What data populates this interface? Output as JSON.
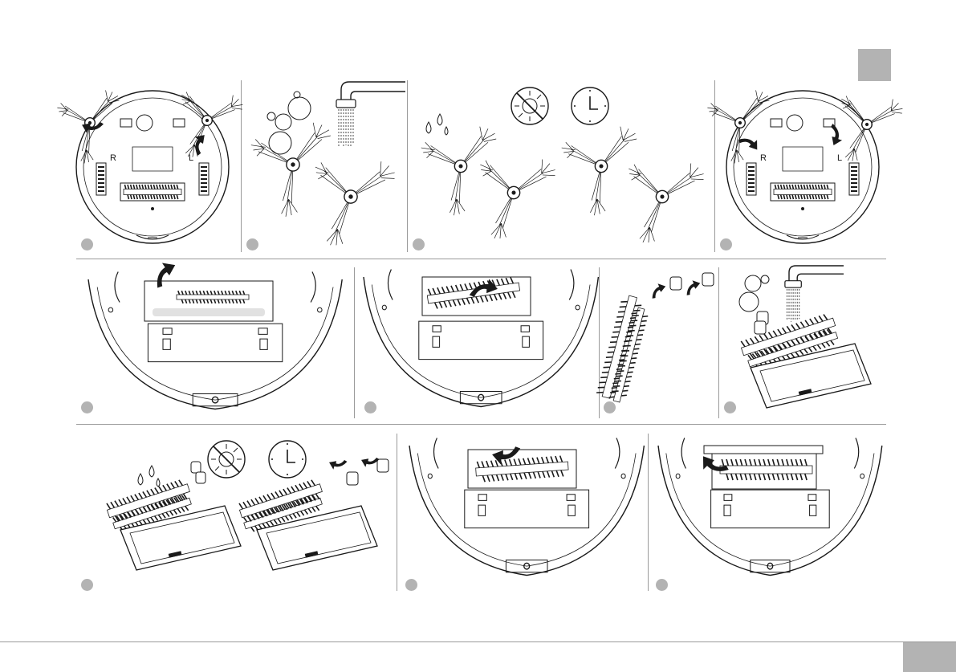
{
  "colors": {
    "tab": "#b3b3b3",
    "line": "#9a9a9a",
    "ink": "#1a1a1a",
    "background": "#ffffff"
  },
  "robot_labels": {
    "right": "R",
    "left": "L"
  },
  "steps": [
    {
      "row": 1,
      "panel": 1,
      "scene": "robot-underside-remove-side-brushes"
    },
    {
      "row": 1,
      "panel": 2,
      "scene": "rinse-side-brushes-under-tap"
    },
    {
      "row": 1,
      "panel": 3,
      "scene": "dry-side-brushes-no-sun-wait"
    },
    {
      "row": 1,
      "panel": 4,
      "scene": "robot-underside-refit-side-brushes"
    },
    {
      "row": 2,
      "panel": 1,
      "scene": "remove-brush-cover"
    },
    {
      "row": 2,
      "panel": 2,
      "scene": "lift-out-main-brush"
    },
    {
      "row": 2,
      "panel": 3,
      "scene": "remove-brush-end-caps"
    },
    {
      "row": 2,
      "panel": 4,
      "scene": "rinse-main-brush-under-tap"
    },
    {
      "row": 3,
      "panel": 1,
      "scene": "dry-main-brush-refit-caps"
    },
    {
      "row": 3,
      "panel": 2,
      "scene": "insert-main-brush"
    },
    {
      "row": 3,
      "panel": 3,
      "scene": "close-brush-cover"
    }
  ]
}
